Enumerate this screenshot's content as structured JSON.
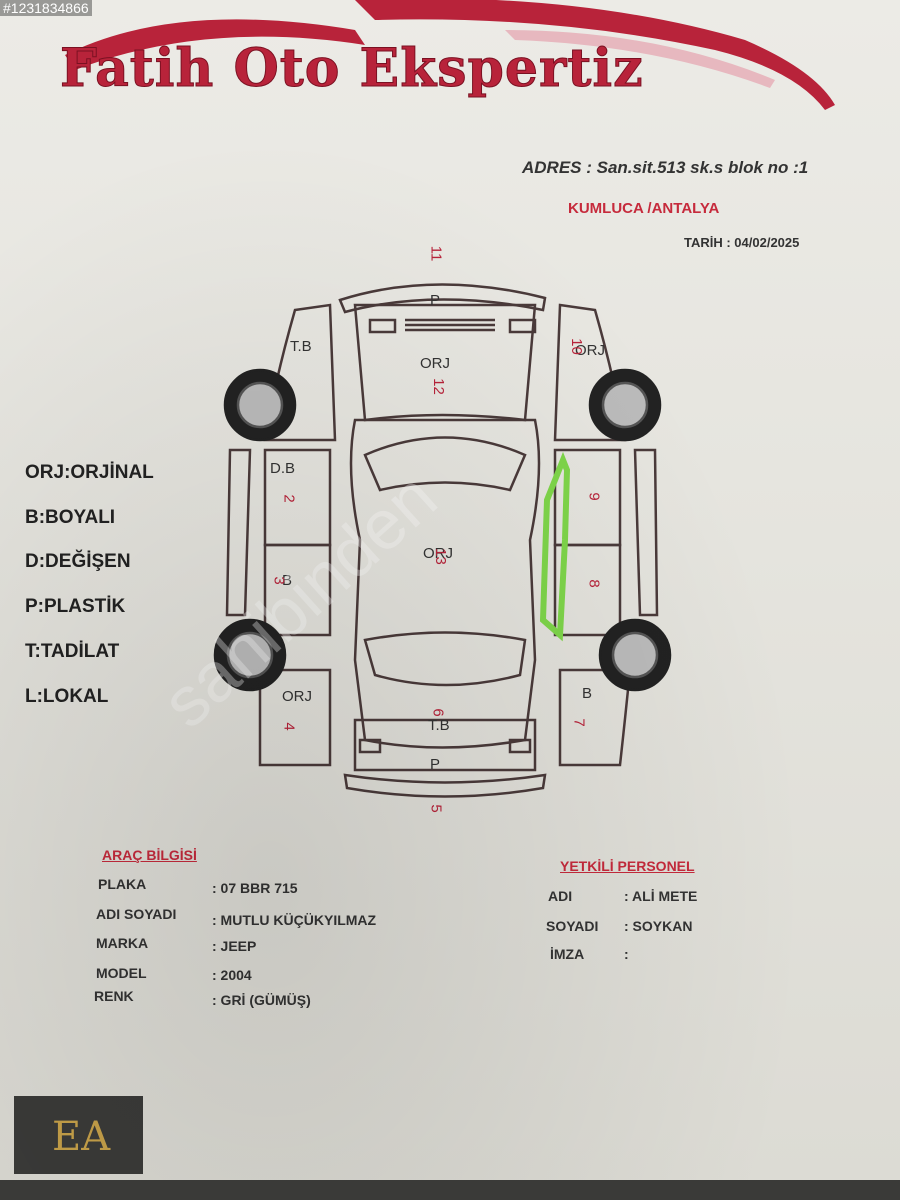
{
  "overlay_id": "#1231834866",
  "header": {
    "brand": "Fatih Oto Ekspertiz",
    "address": "ADRES : San.sit.513 sk.s blok no :1",
    "city": "KUMLUCA /ANTALYA",
    "date": "TARİH  : 04/02/2025"
  },
  "legend": [
    "ORJ:ORJİNAL",
    "B:BOYALI",
    "D:DEĞİŞEN",
    "P:PLASTİK",
    "T:TADİLAT",
    "L:LOKAL"
  ],
  "diagram": {
    "front_number": "11",
    "front_bumper": "P",
    "hood_status": "ORJ",
    "hood_number": "12",
    "front_left_fender": "T.B",
    "front_right_fender": "ORJ",
    "front_right_number": "10",
    "left_front_door": "D.B",
    "left_front_door_number": "2",
    "left_rear_door": "B",
    "left_rear_door_number": "3",
    "roof_status": "ORJ",
    "roof_number": "13",
    "right_front_door_number": "9",
    "right_rear_door_number": "8",
    "rear_left_fender": "ORJ",
    "rear_left_number": "4",
    "rear_right_fender": "B",
    "rear_right_number": "7",
    "trunk_status": "T.B",
    "trunk_number": "6",
    "rear_bumper": "P",
    "rear_number": "5",
    "highlight_color": "#7fd64a",
    "line_color": "#4a3a3a"
  },
  "vehicle": {
    "title": "ARAÇ BİLGİSİ",
    "fields": [
      {
        "label": "PLAKA",
        "value": ": 07 BBR 715"
      },
      {
        "label": "ADI SOYADI",
        "value": ": MUTLU KÜÇÜKYILMAZ"
      },
      {
        "label": "MARKA",
        "value": ": JEEP"
      },
      {
        "label": "MODEL",
        "value": ": 2004"
      },
      {
        "label": "RENK",
        "value": ": GRİ (GÜMÜŞ)"
      }
    ]
  },
  "personnel": {
    "title": "YETKİLİ PERSONEL",
    "fields": [
      {
        "label": "ADI",
        "value": ": ALİ METE"
      },
      {
        "label": "SOYADI",
        "value": ": SOYKAN"
      },
      {
        "label": "İMZA",
        "value": ":"
      }
    ]
  },
  "watermark": "sahibinden",
  "logo_letters": "EA",
  "colors": {
    "brand_red": "#b8233a",
    "accent_red": "#c62a3c",
    "logo_gold": "#c8a24a"
  }
}
